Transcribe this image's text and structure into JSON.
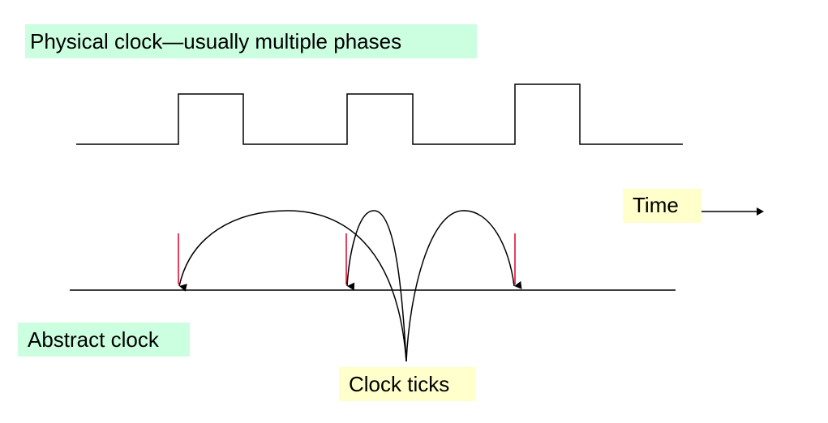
{
  "labels": {
    "physical_clock": "Physical clock—usually multiple phases",
    "abstract_clock": "Abstract clock",
    "time": "Time",
    "clock_ticks": "Clock ticks"
  },
  "colors": {
    "physical_label_bg": "#ccffe0",
    "abstract_label_bg": "#ccffe0",
    "time_label_bg": "#ffffcc",
    "ticks_label_bg": "#ffffcc",
    "signal_line": "#000000",
    "tick_marker": "#e0002a"
  },
  "icons": {
    "time_arrow": "arrow-right-icon",
    "tick_arrowhead": "arrowhead-down-icon"
  }
}
